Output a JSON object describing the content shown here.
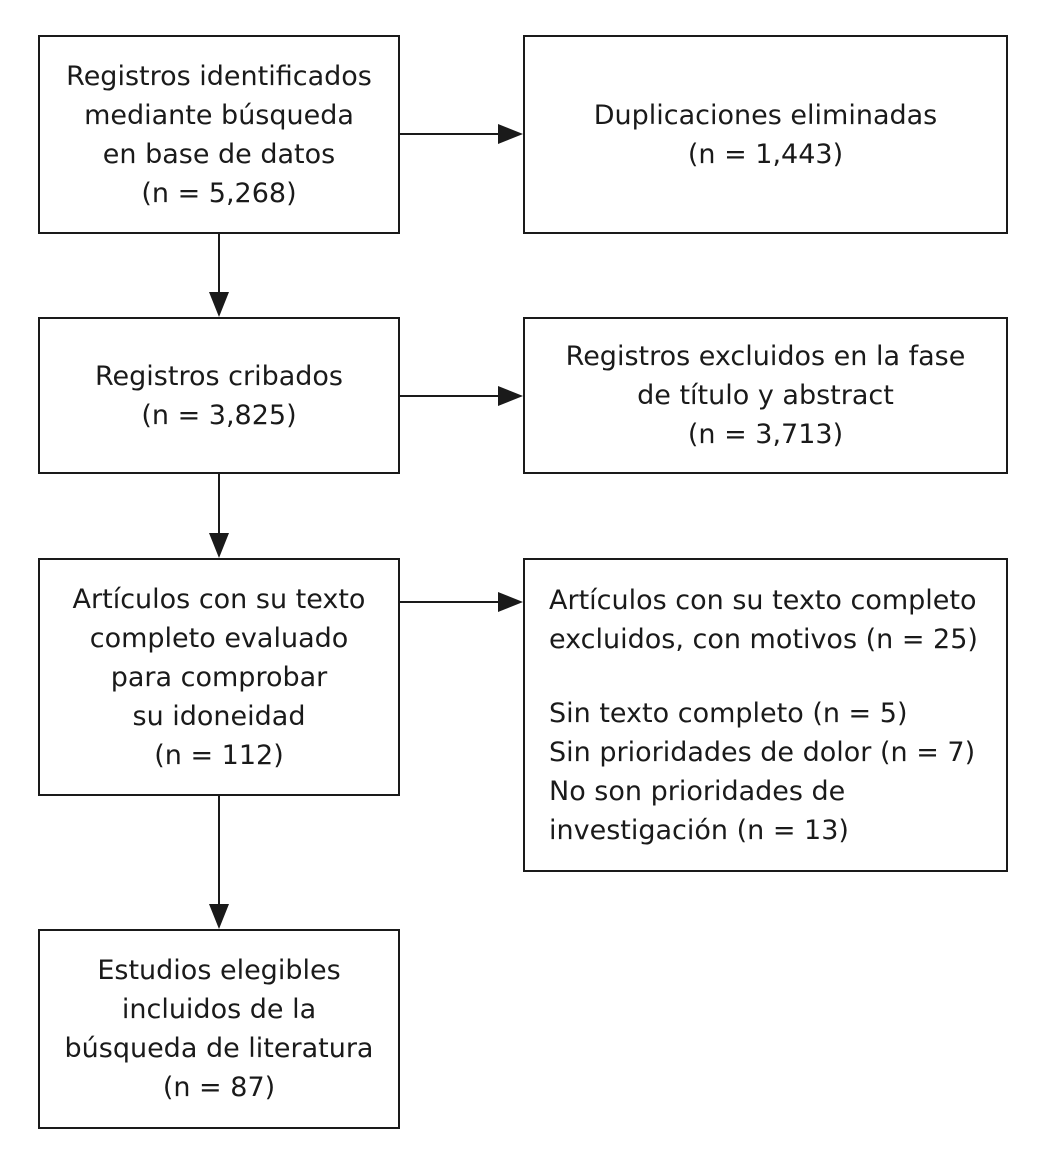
{
  "boxes": {
    "identified": {
      "lines": [
        "Registros identificados",
        "mediante búsqueda",
        "en base de datos",
        "(n = 5,268)"
      ]
    },
    "duplicates": {
      "lines": [
        "Duplicaciones eliminadas",
        "(n = 1,443)"
      ]
    },
    "screened": {
      "lines": [
        "Registros cribados",
        "(n = 3,825)"
      ]
    },
    "excluded_title_abstract": {
      "lines": [
        "Registros excluidos en la fase",
        "de título y abstract",
        "(n = 3,713)"
      ]
    },
    "fulltext_assessed": {
      "lines": [
        "Artículos con su texto",
        "completo evaluado",
        "para comprobar",
        "su idoneidad",
        "(n = 112)"
      ]
    },
    "fulltext_excluded": {
      "header": [
        "Artículos con su texto completo",
        "excluidos, con motivos (n = 25)"
      ],
      "reasons": [
        "Sin texto completo (n = 5)",
        "Sin prioridades de dolor (n = 7)",
        "No son prioridades de",
        "investigación (n = 13)"
      ]
    },
    "included": {
      "lines": [
        "Estudios elegibles",
        "incluidos de la",
        "búsqueda de literatura",
        "(n = 87)"
      ]
    }
  }
}
